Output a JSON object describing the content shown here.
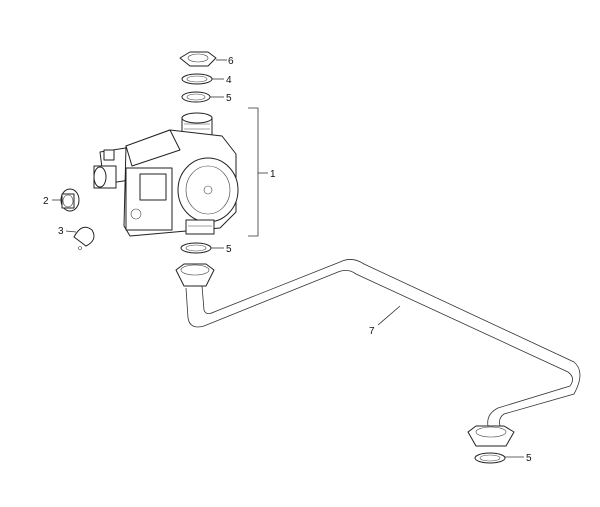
{
  "diagram": {
    "callouts": [
      {
        "id": "6",
        "text": "6"
      },
      {
        "id": "4",
        "text": "4"
      },
      {
        "id": "5a",
        "text": "5"
      },
      {
        "id": "1",
        "text": "1"
      },
      {
        "id": "2",
        "text": "2"
      },
      {
        "id": "3",
        "text": "3"
      },
      {
        "id": "5b",
        "text": "5"
      },
      {
        "id": "7",
        "text": "7"
      },
      {
        "id": "5c",
        "text": "5"
      }
    ]
  }
}
